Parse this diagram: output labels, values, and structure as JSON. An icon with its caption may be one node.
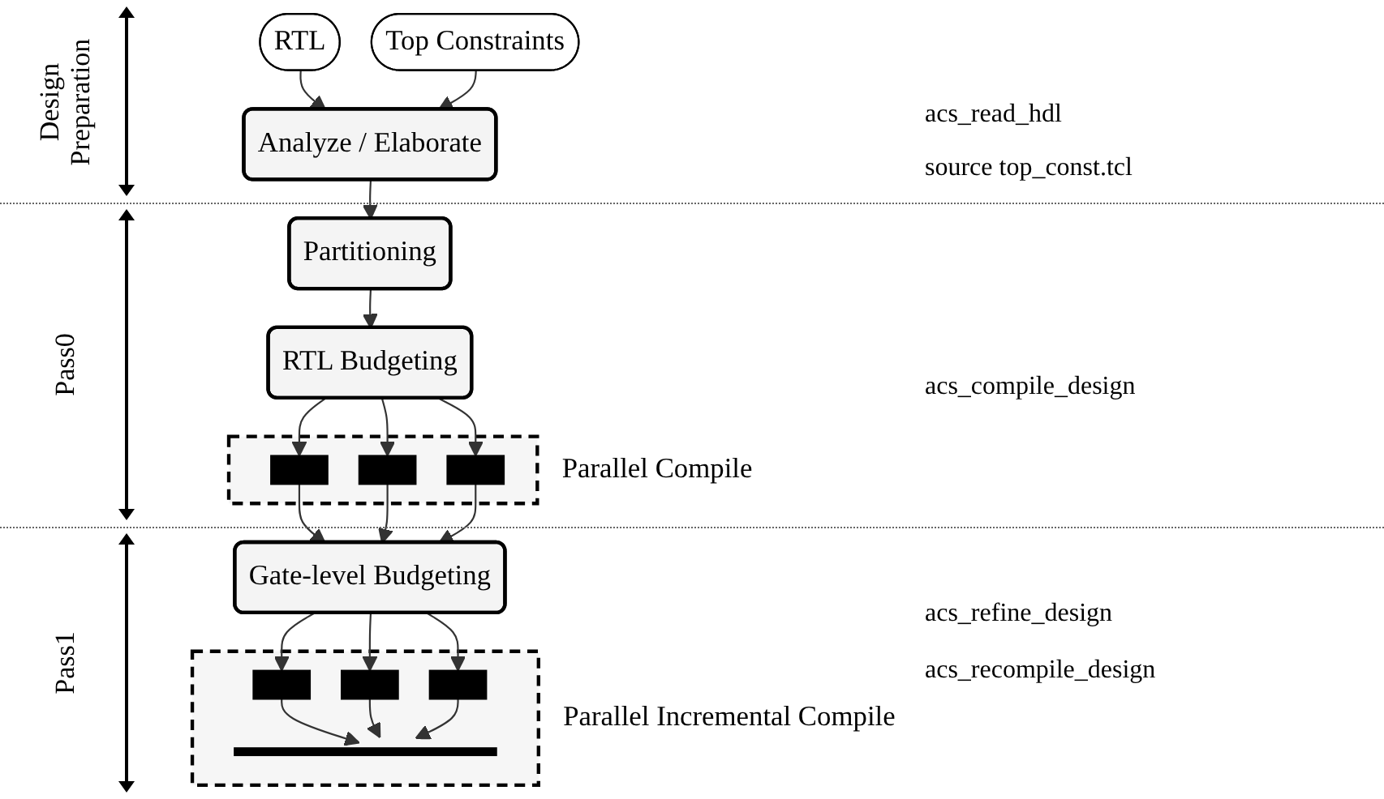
{
  "diagram": {
    "nodes": [
      {
        "text": [
          "RTL"
        ]
      },
      {
        "text": [
          "Top Constraints"
        ]
      },
      {
        "text": [
          "Analyze / Elaborate"
        ]
      },
      {
        "text": [
          "Partitioning"
        ]
      },
      {
        "text": [
          "RTL Budgeting"
        ]
      },
      {
        "text": [
          "Parallel Compile"
        ]
      },
      {
        "text": [],
        "shape": "box",
        "in": 5
      },
      {
        "text": [],
        "shape": "box",
        "in": 5
      },
      {
        "text": [],
        "shape": "box",
        "in": 5
      },
      {
        "text": [
          "Gate-level Budgeting"
        ]
      },
      {
        "text": [
          "Parallel Incremental Compile"
        ]
      },
      {
        "text": [],
        "shape": "box",
        "in": 10
      },
      {
        "text": [],
        "shape": "box",
        "in": 10
      },
      {
        "text": [],
        "shape": "box",
        "in": 10
      },
      {
        "text": [],
        "shape": "bar",
        "in": 10
      }
    ],
    "edges": [
      {
        "from": 0,
        "to": 2,
        "arrow": "to"
      },
      {
        "from": 1,
        "to": 2,
        "arrow": "to"
      },
      {
        "from": 2,
        "to": 3,
        "arrow": "to"
      },
      {
        "from": 3,
        "to": 4,
        "arrow": "to"
      },
      {
        "from": 4,
        "to": 6,
        "arrow": "to"
      },
      {
        "from": 4,
        "to": 7,
        "arrow": "to"
      },
      {
        "from": 4,
        "to": 8,
        "arrow": "to"
      },
      {
        "from": 6,
        "to": 9,
        "arrow": "to"
      },
      {
        "from": 7,
        "to": 9,
        "arrow": "to"
      },
      {
        "from": 8,
        "to": 9,
        "arrow": "to"
      },
      {
        "from": 9,
        "to": 11,
        "arrow": "to"
      },
      {
        "from": 9,
        "to": 12,
        "arrow": "to"
      },
      {
        "from": 9,
        "to": 13,
        "arrow": "to"
      },
      {
        "from": 11,
        "to": 14,
        "arrow": "to"
      },
      {
        "from": 12,
        "to": 14,
        "arrow": "to"
      },
      {
        "from": 13,
        "to": 14,
        "arrow": "to"
      }
    ],
    "labels": [
      "Design Preparation",
      "acs_read_hdl",
      "source top_const.tcl",
      "Pass0",
      "acs_compile_design",
      "Pass1",
      "acs_refine_design",
      "acs_recompile_design"
    ]
  }
}
